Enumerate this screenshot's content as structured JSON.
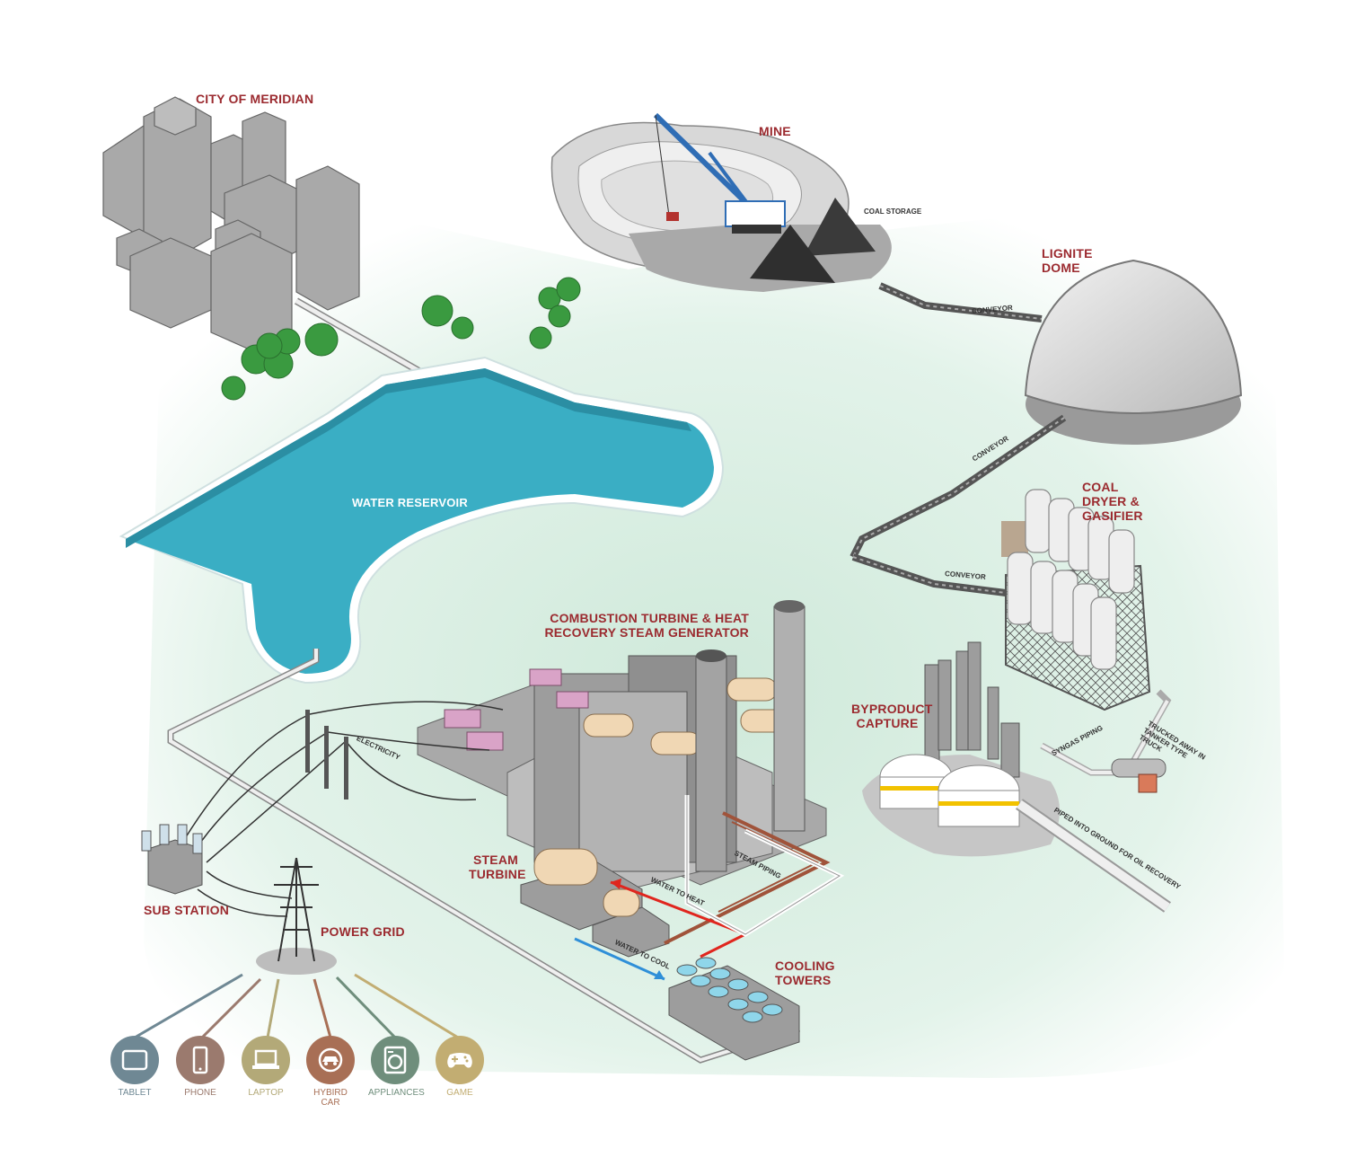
{
  "labels": {
    "city": "CITY OF MERIDIAN",
    "mine": "MINE",
    "coal_storage": "COAL STORAGE",
    "lignite_dome": "LIGNITE DOME",
    "coal_dryer": "COAL DRYER & GASIFIER",
    "water_reservoir": "WATER RESERVOIR",
    "combustion_turbine": "COMBUSTION TURBINE & HEAT RECOVERY STEAM GENERATOR",
    "byproduct_capture": "BYPRODUCT CAPTURE",
    "steam_turbine": "STEAM TURBINE",
    "cooling_towers": "COOLING TOWERS",
    "sub_station": "SUB STATION",
    "power_grid": "POWER GRID"
  },
  "small_labels": {
    "conveyor_1": "CONVEYOR",
    "conveyor_2": "CONVEYOR",
    "conveyor_3": "CONVEYOR",
    "electricity": "ELECTRICITY",
    "syngas_piping": "SYNGAS PIPING",
    "trucked_away": "TRUCKED AWAY IN TANKER TYPE TRUCK",
    "piped_into_ground": "PIPED INTO GROUND FOR OIL RECOVERY",
    "steam_piping": "STEAM PIPING",
    "water_to_heat": "WATER TO HEAT",
    "water_to_cool": "WATER TO COOL"
  },
  "devices": [
    {
      "label": "TABLET",
      "color": "#6f8894",
      "icon": "tablet-icon"
    },
    {
      "label": "PHONE",
      "color": "#9b7a6e",
      "icon": "phone-icon"
    },
    {
      "label": "LAPTOP",
      "color": "#b3a978",
      "icon": "laptop-icon"
    },
    {
      "label": "HYBIRD CAR",
      "color": "#a86f55",
      "icon": "hybrid-car-icon"
    },
    {
      "label": "APPLIANCES",
      "color": "#6f8e7c",
      "icon": "washing-machine-icon"
    },
    {
      "label": "GAME",
      "color": "#c2ad72",
      "icon": "game-controller-icon"
    }
  ],
  "colors": {
    "label": "#9b2a2f",
    "water": "#3aaec4",
    "ground": "#dff0e6",
    "building": "#9d9d9d",
    "tree": "#3a9a40",
    "steam_pipe": "#a0533a",
    "hot_water": "#e0261e",
    "cold_water": "#2f8fd8"
  }
}
